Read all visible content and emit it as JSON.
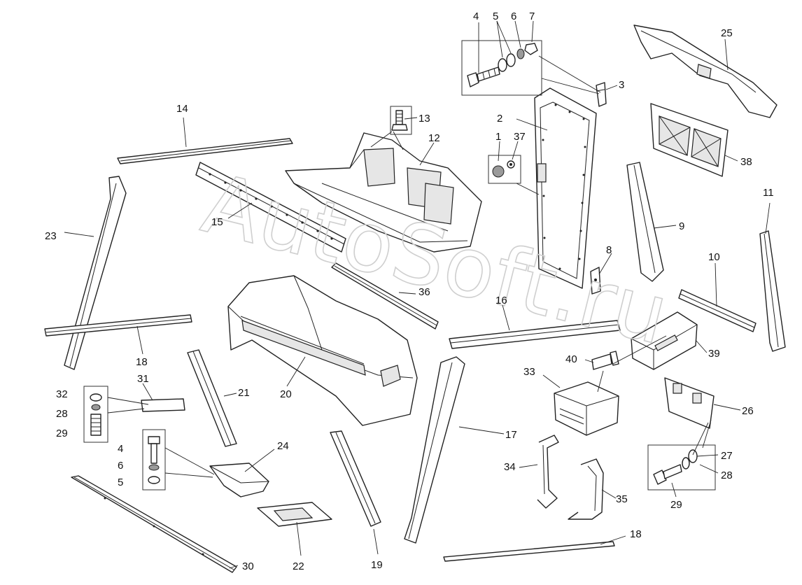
{
  "watermark": "AutoSoft.ru",
  "callouts": [
    "1",
    "2",
    "3",
    "4",
    "5",
    "6",
    "7",
    "8",
    "9",
    "10",
    "11",
    "12",
    "13",
    "14",
    "15",
    "16",
    "17",
    "18",
    "19",
    "20",
    "21",
    "22",
    "23",
    "24",
    "25",
    "26",
    "27",
    "28",
    "29",
    "30",
    "31",
    "32",
    "33",
    "34",
    "35",
    "36",
    "37",
    "38",
    "39",
    "40"
  ]
}
